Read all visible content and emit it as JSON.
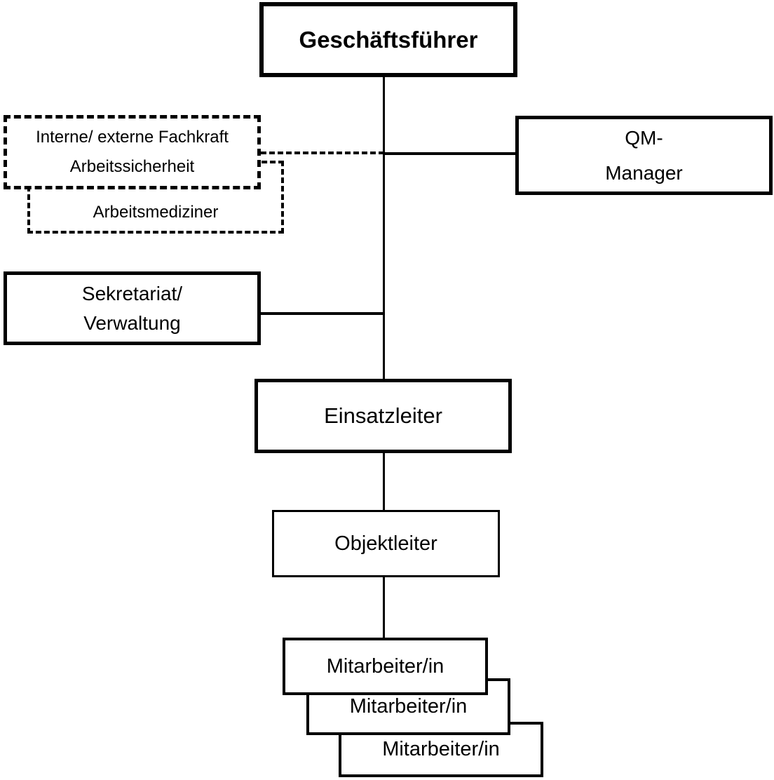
{
  "diagram": {
    "type": "organization-chart",
    "colors": {
      "line": "#000000",
      "box_fill": "#ffffff",
      "text": "#000000"
    },
    "nodes": {
      "geschaeftsfuehrer": {
        "label": "Geschäftsführer",
        "style": "solid-bold"
      },
      "fachkraft": {
        "line1": "Interne/ externe Fachkraft",
        "line2": "Arbeitssicherheit",
        "style": "dashed"
      },
      "arbeitsmediziner": {
        "label": "Arbeitsmediziner",
        "style": "dashed"
      },
      "qm_manager": {
        "line1": "QM-",
        "line2": "Manager",
        "style": "solid"
      },
      "sekretariat": {
        "line1": "Sekretariat/",
        "line2": "Verwaltung",
        "style": "solid"
      },
      "einsatzleiter": {
        "label": "Einsatzleiter",
        "style": "solid"
      },
      "objektleiter": {
        "label": "Objektleiter",
        "style": "solid"
      },
      "mitarbeiter_1": {
        "label": "Mitarbeiter/in",
        "style": "solid"
      },
      "mitarbeiter_2": {
        "label": "Mitarbeiter/in",
        "style": "solid"
      },
      "mitarbeiter_3": {
        "label": "Mitarbeiter/in",
        "style": "solid"
      }
    },
    "edges": [
      {
        "from": "geschaeftsfuehrer",
        "to": "einsatzleiter",
        "style": "solid"
      },
      {
        "from": "fachkraft",
        "to": "trunk",
        "style": "dashed"
      },
      {
        "from": "trunk",
        "to": "qm_manager",
        "style": "solid"
      },
      {
        "from": "sekretariat",
        "to": "trunk",
        "style": "solid"
      },
      {
        "from": "einsatzleiter",
        "to": "objektleiter",
        "style": "solid"
      },
      {
        "from": "objektleiter",
        "to": "mitarbeiter_1",
        "style": "solid"
      }
    ]
  }
}
